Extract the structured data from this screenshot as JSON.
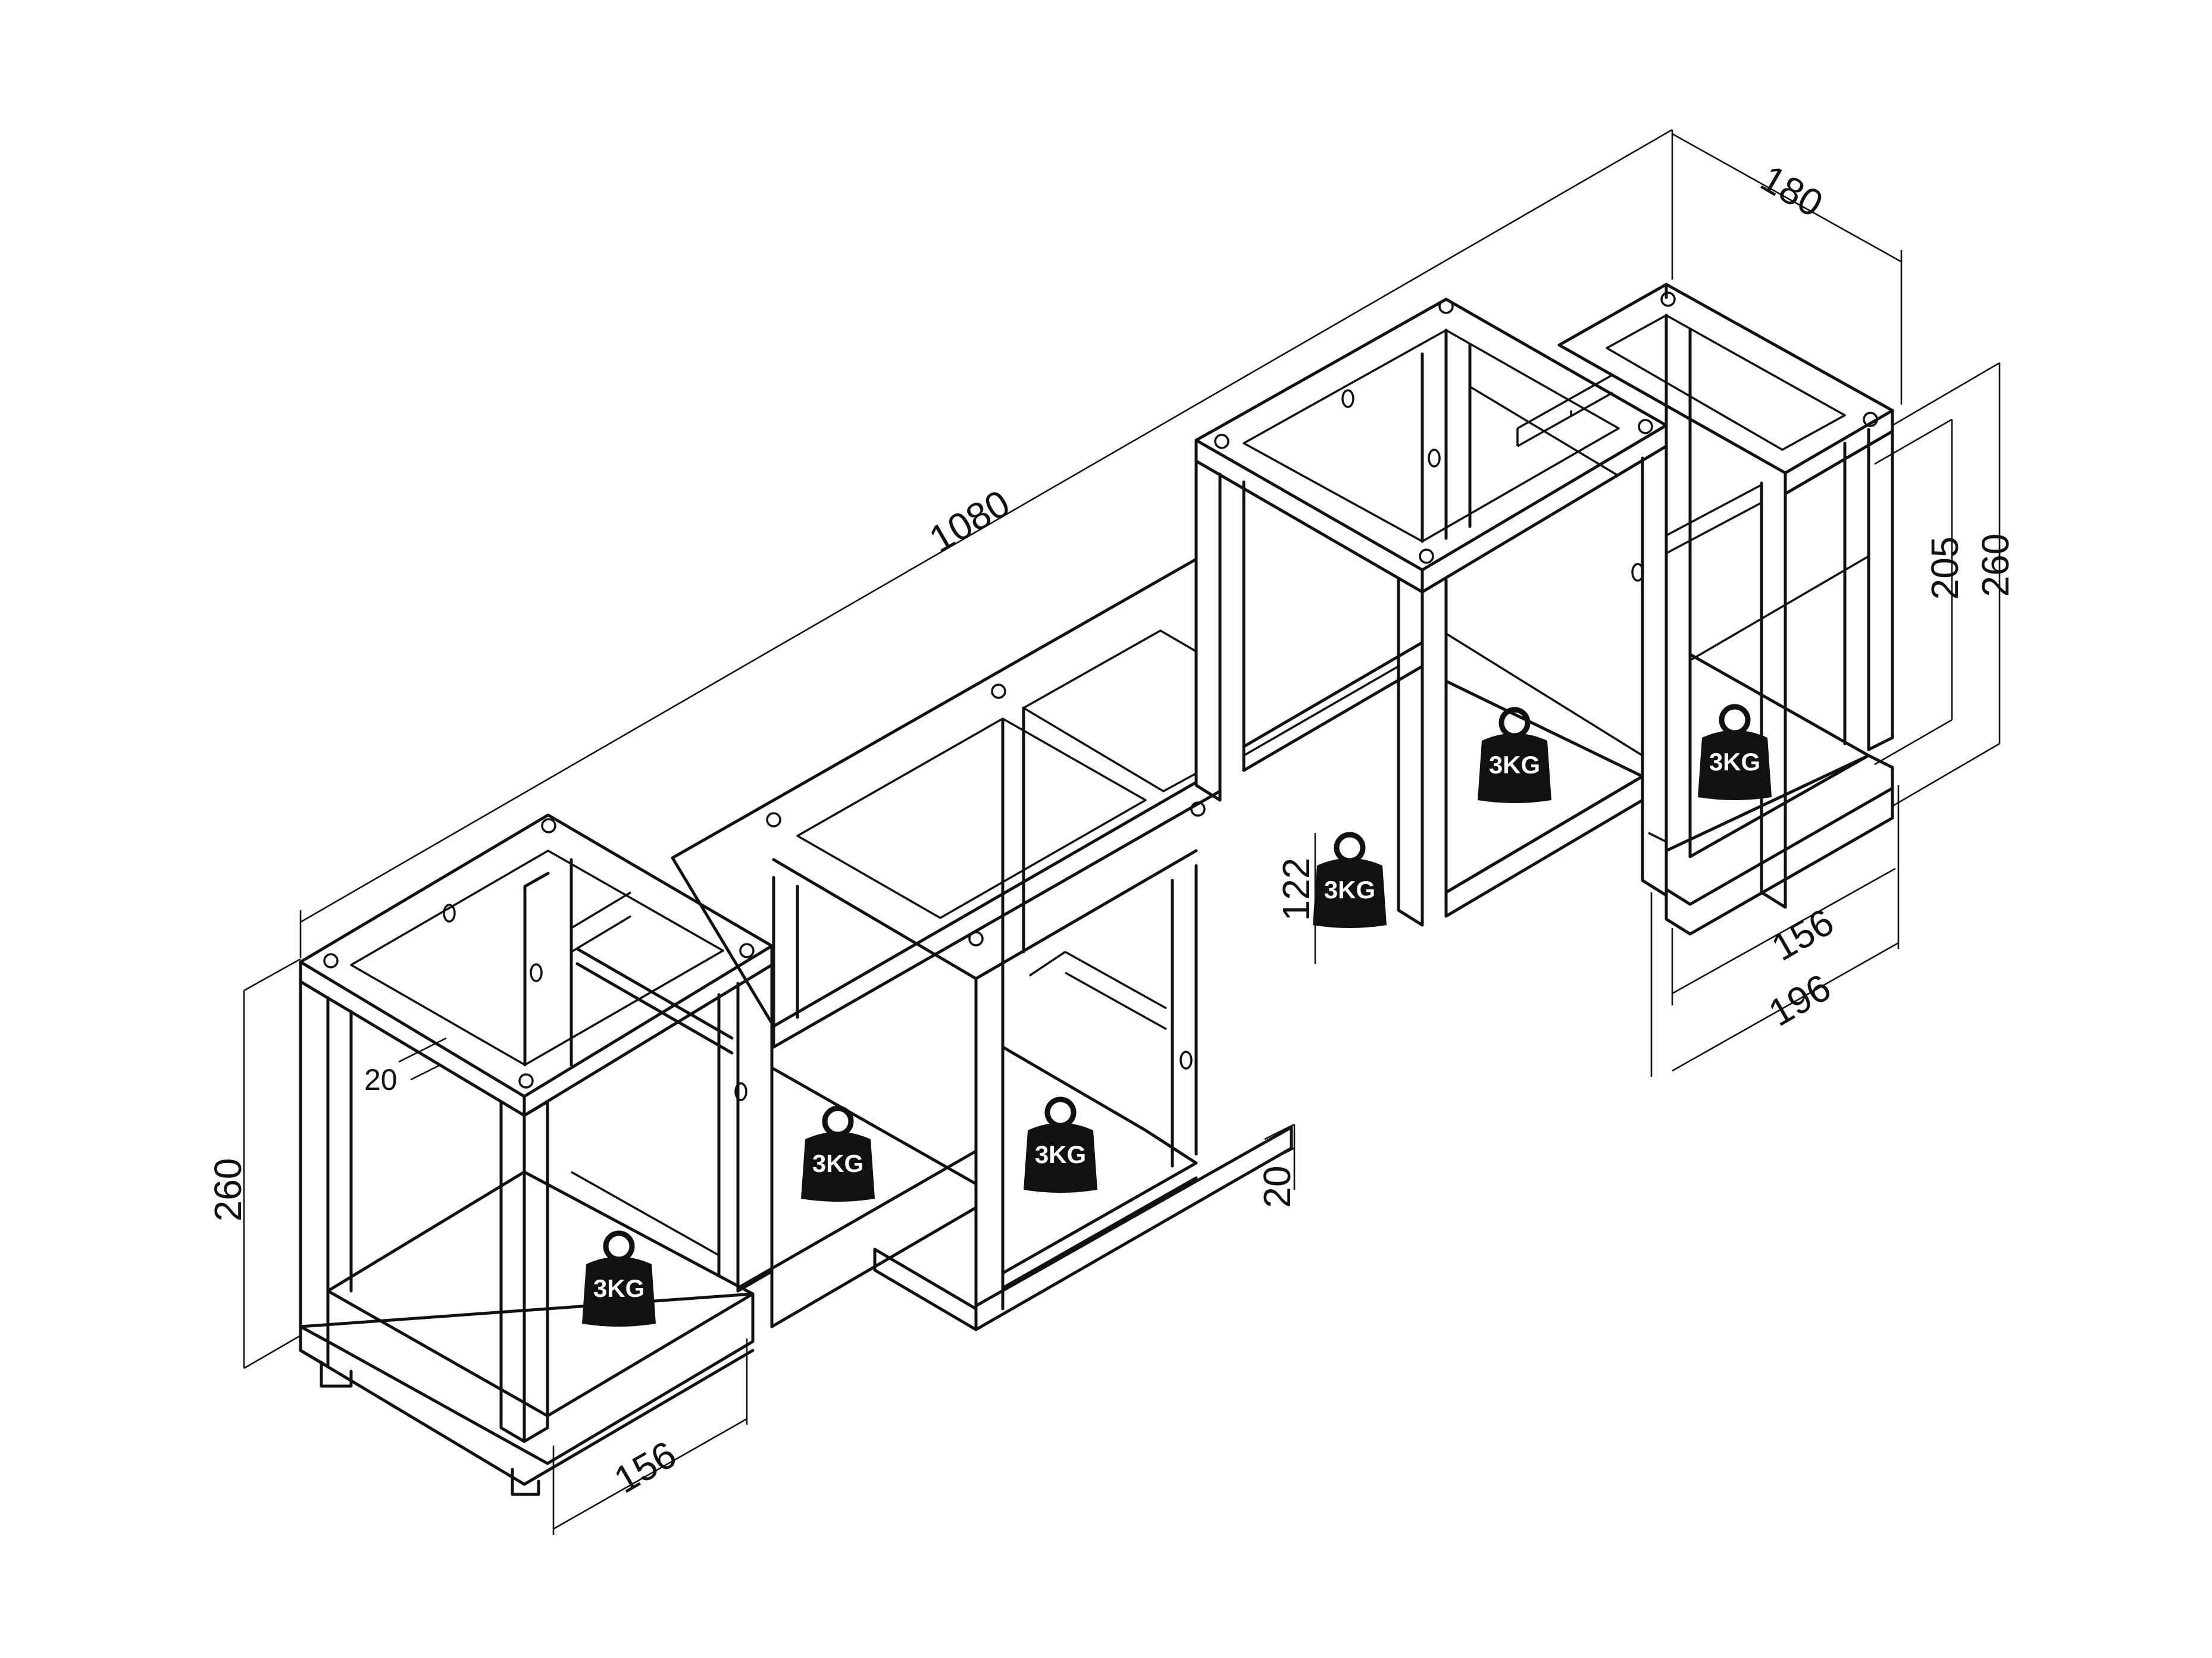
{
  "dimensions": {
    "overall_length": "1080",
    "depth": "180",
    "height_left": "260",
    "height_right": "260",
    "inner_height_right": "205",
    "left_cube_width": "156",
    "right_cube_inner_width": "156",
    "right_cube_outer_width": "196",
    "board_thickness_top": "20",
    "board_thickness_bottom": "20",
    "shelf_height": "122"
  },
  "weights": [
    {
      "label": "3KG"
    },
    {
      "label": "3KG"
    },
    {
      "label": "3KG"
    },
    {
      "label": "3KG"
    },
    {
      "label": "3KG"
    },
    {
      "label": "3KG"
    }
  ]
}
